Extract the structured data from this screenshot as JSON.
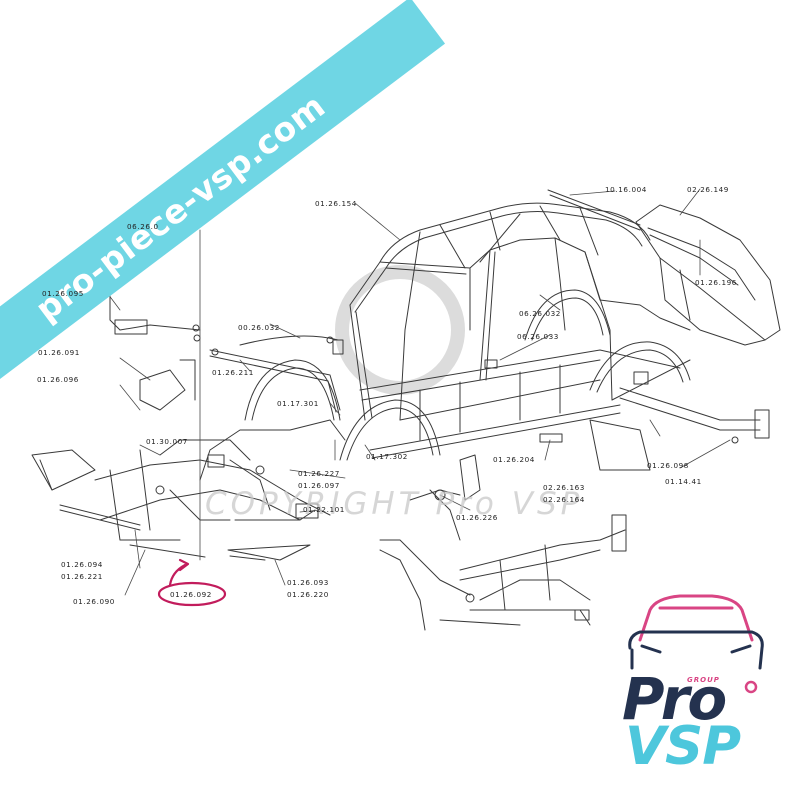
{
  "banner_text": "pro-piece-vsp.com",
  "watermark_text": "COPYRIGHT Pro VSP",
  "highlighted_part": "01.26.092",
  "colors": {
    "banner": "#6fd6e4",
    "highlight": "#c21c5c",
    "logo_navy": "#24324f",
    "logo_cyan": "#4dc7dc",
    "logo_pink": "#d94584"
  },
  "logo": {
    "group": "GROUP",
    "pro": "Pro",
    "vsp": "VSP"
  },
  "labels": {
    "p01": "06.26.0",
    "p02": "01.26.095",
    "p03": "01.26.091",
    "p04": "01.26.096",
    "p05": "01.30.007",
    "p06": "01.26.094",
    "p07": "01.26.221",
    "p08": "01.26.090",
    "p09": "01.26.092",
    "p10": "01.26.093",
    "p11": "01.26.220",
    "p12": "01.26.227",
    "p13": "01.26.097",
    "p14": "01.22.101",
    "p15": "00.26.032",
    "p16": "01.26.211",
    "p17": "01.17.301",
    "p18": "01.17.302",
    "p19": "01.26.154",
    "p20": "06.26.032",
    "p21": "06.26.033",
    "p22": "01.26.204",
    "p23": "01.26.226",
    "p24": "10.16.004",
    "p25": "02.26.149",
    "p26": "01.26.196",
    "p27": "02.26.163",
    "p28": "02.26.164",
    "p29": "01.26.098",
    "p30": "01.14.41"
  }
}
